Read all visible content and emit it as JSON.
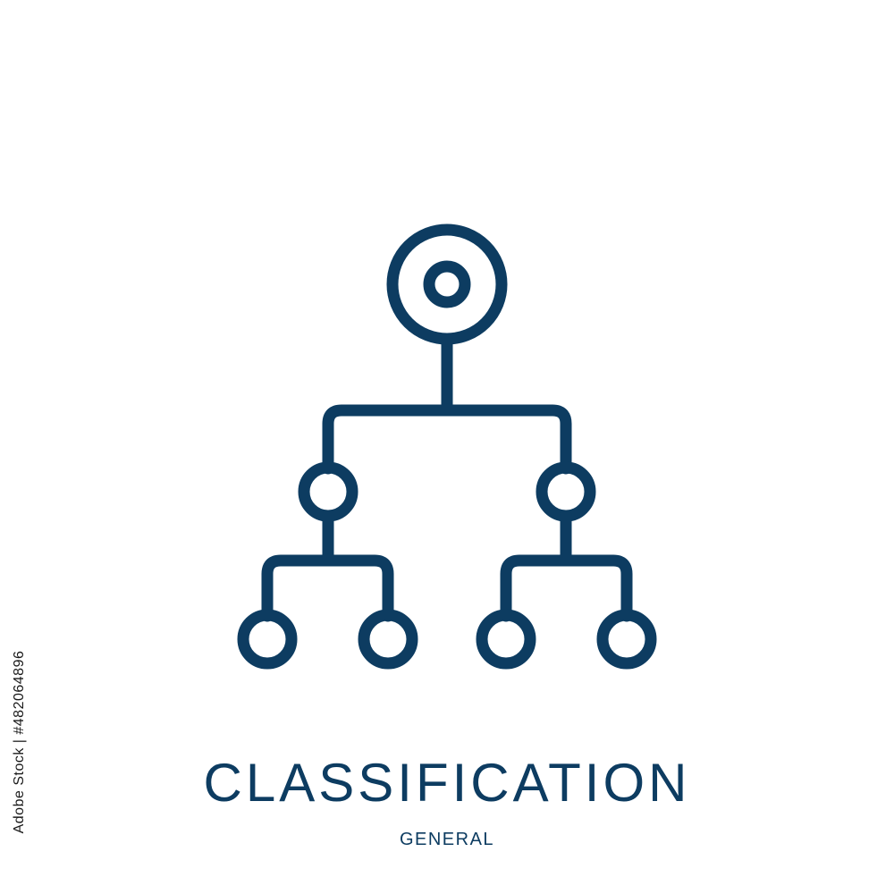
{
  "icon": {
    "name": "classification-hierarchy-icon",
    "stroke_color": "#0d3c61"
  },
  "text": {
    "title": "CLASSIFICATION",
    "subtitle": "GENERAL",
    "stock_id": "Adobe Stock | #482064896"
  },
  "colors": {
    "background": "#ffffff",
    "primary": "#0d3c61"
  }
}
